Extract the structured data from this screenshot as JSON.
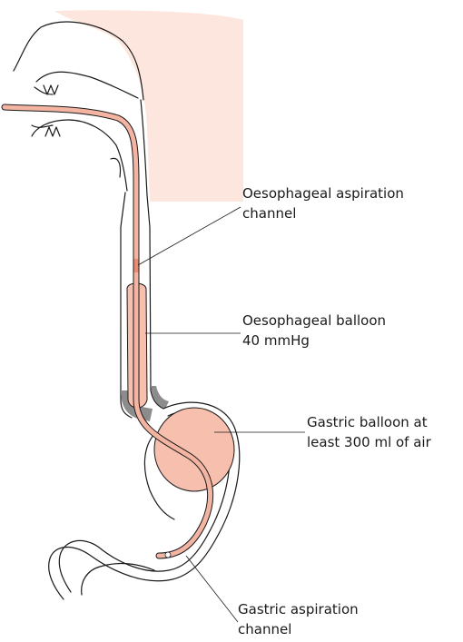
{
  "labels": {
    "oesophageal_aspiration": [
      "Oesophageal aspiration",
      "channel"
    ],
    "oesophageal_balloon": [
      "Oesophageal balloon",
      "40 mmHg"
    ],
    "gastric_balloon": [
      "Gastric balloon at",
      "least 300 ml of air"
    ],
    "gastric_aspiration": [
      "Gastric aspiration",
      "channel"
    ]
  },
  "colors": {
    "skin": "#fde6dd",
    "tube": "#f3b4a2",
    "tube_dark": "#e98a72",
    "balloon": "#f7bfae",
    "wall_grey": "#8c8c8c",
    "line": "#1a1a1a"
  }
}
